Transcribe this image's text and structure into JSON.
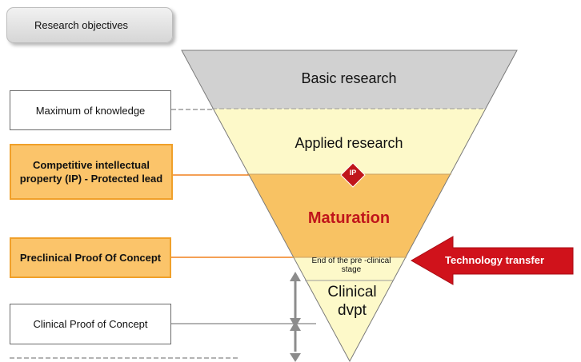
{
  "header": {
    "title": "Research objectives"
  },
  "stages": [
    {
      "label": "Basic research",
      "fill": "#d1d1d1"
    },
    {
      "label": "Applied research",
      "fill": "#fdf9c9"
    },
    {
      "label": "Maturation",
      "fill": "#f8c263",
      "text_color": "#c0151b"
    },
    {
      "label": "End of the   pre -clinical\nstage",
      "fill": "#fdf9c9"
    },
    {
      "label": "Clinical\ndvpt",
      "fill": "#fdf9c9"
    }
  ],
  "objectives": [
    {
      "label": "Maximum of knowledge",
      "style": "plain"
    },
    {
      "label": "Competitive intellectual property (IP)   - Protected lead",
      "style": "highlight"
    },
    {
      "label": "Preclinical Proof Of Concept",
      "style": "highlight"
    },
    {
      "label": "Clinical Proof of Concept",
      "style": "plain"
    }
  ],
  "badge": {
    "label": "IP",
    "color": "#c0151b"
  },
  "transfer_arrow": {
    "label": "Technology transfer",
    "color": "#d0121b"
  },
  "colors": {
    "connector_gray": "#9a9a9a",
    "connector_orange": "#f0801e",
    "arrow_gray": "#8c8c8c"
  }
}
